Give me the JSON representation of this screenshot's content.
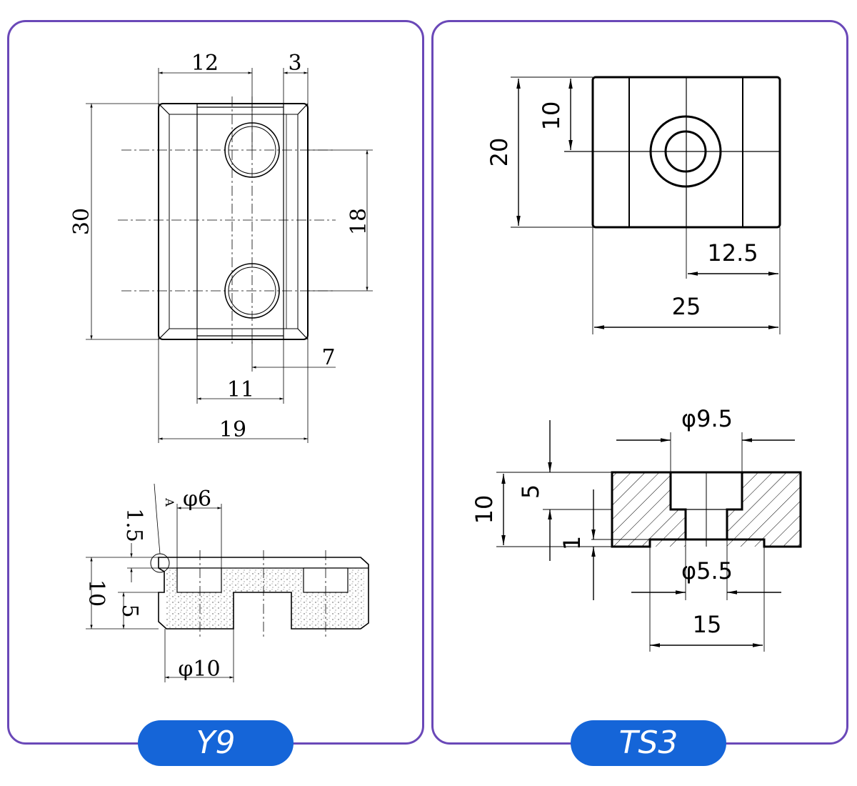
{
  "panels": {
    "left": {
      "label": "Y9",
      "top_view": {
        "dims": {
          "w12": "12",
          "w3": "3",
          "h30": "30",
          "h18": "18",
          "d7": "7",
          "w11": "11",
          "w19": "19"
        }
      },
      "side_view": {
        "dims": {
          "phi6": "φ6",
          "t15": "1.5",
          "h10": "10",
          "h5": "5",
          "phi10": "φ10",
          "mark": "A"
        }
      }
    },
    "right": {
      "label": "TS3",
      "top_view": {
        "dims": {
          "h10": "10",
          "h20": "20",
          "w125": "12.5",
          "w25": "25"
        }
      },
      "section_view": {
        "dims": {
          "phi95": "φ9.5",
          "h10": "10",
          "h5": "5",
          "h1": "1",
          "phi55": "φ5.5",
          "w15": "15"
        }
      }
    }
  },
  "colors": {
    "border": "#6a48b8",
    "badge": "#1565d8",
    "badge_text": "#ffffff",
    "line": "#000000"
  }
}
